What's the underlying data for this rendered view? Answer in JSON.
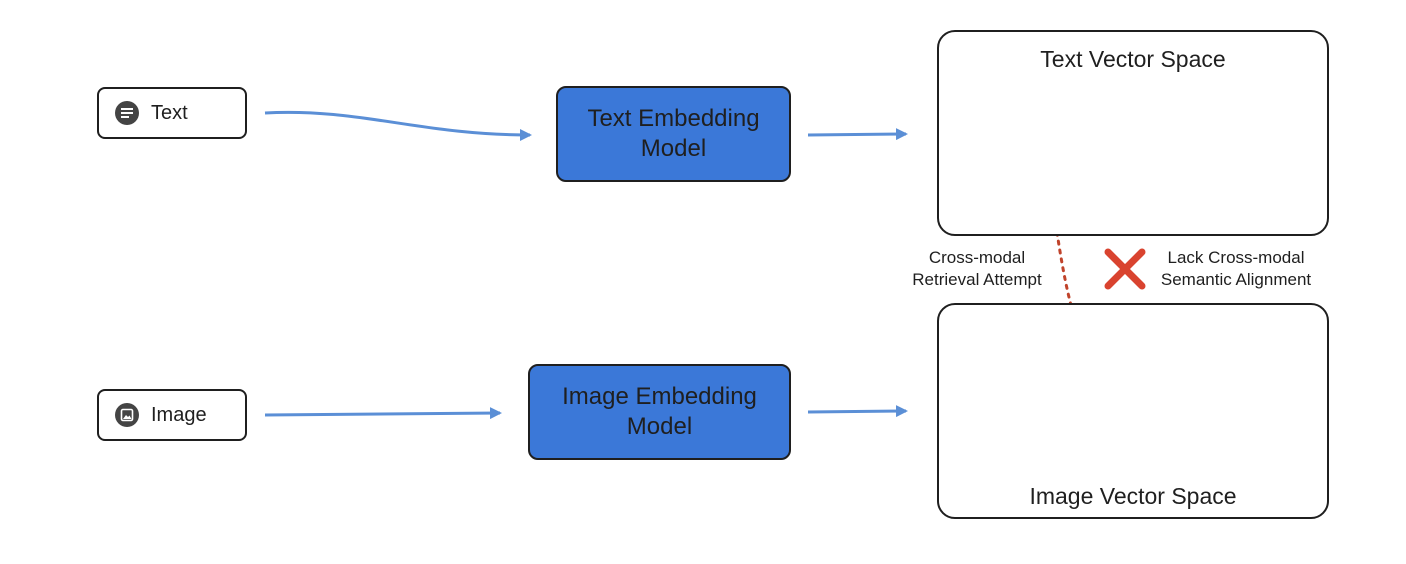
{
  "inputs": {
    "text": {
      "label": "Text",
      "icon": "text-lines-icon"
    },
    "image": {
      "label": "Image",
      "icon": "image-icon"
    }
  },
  "models": {
    "text": {
      "label": "Text Embedding\nModel"
    },
    "image": {
      "label": "Image Embedding\nModel"
    }
  },
  "spaces": {
    "text": {
      "title": "Text Vector Space"
    },
    "image": {
      "title": "Image Vector Space"
    }
  },
  "annotations": {
    "attempt": "Cross-modal\nRetrieval Attempt",
    "lack": "Lack Cross-modal\nSemantic Alignment"
  },
  "colors": {
    "model_fill": "#3b78d8",
    "arrow": "#5b8fd6",
    "dotted_arrow": "#c0432b",
    "cross": "#d9432f",
    "blue": "#4a7fd8",
    "green": "#3f9a4f",
    "yellow": "#f2b824",
    "red": "#d9503a",
    "purple": "#a64ec8",
    "olive": "#b9c03a"
  }
}
